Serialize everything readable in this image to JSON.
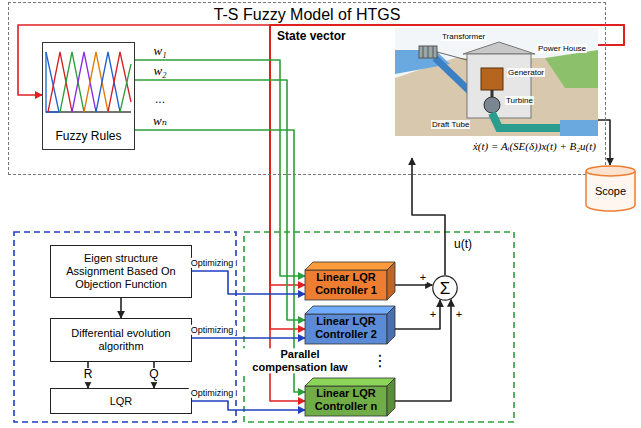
{
  "diagram": {
    "nodes": [
      {
        "text": [
          "T-S Fuzzy Model of HTGS"
        ]
      },
      {
        "text": [
          "Fuzzy Rules"
        ],
        "in": 0
      },
      {
        "text": [
          "Transformer",
          "Generator",
          "Power House",
          "Turbine",
          "Draft Tube",
          "ẋ(t) = Aᵢ(SE(δ))x(t) + B₂u(t)"
        ],
        "in": 0
      },
      {
        "text": [
          "Scope"
        ]
      },
      {
        "text": [
          "Eigen structure Assignment Based On Objection Function"
        ]
      },
      {
        "text": [
          "Differential evolution algorithm"
        ]
      },
      {
        "text": [
          "LQR"
        ]
      },
      {
        "text": [
          "Linear LQR Controller 1"
        ]
      },
      {
        "text": [
          "Linear LQR Controller 2"
        ]
      },
      {
        "text": [
          "Linear LQR Controller n"
        ]
      },
      {
        "text": [
          "Σ"
        ]
      }
    ],
    "edges": [
      {
        "from": 2,
        "to": 1,
        "arrow": "to"
      },
      {
        "from": 2,
        "to": 7,
        "arrow": "to"
      },
      {
        "from": 2,
        "to": 8,
        "arrow": "to"
      },
      {
        "from": 2,
        "to": 9,
        "arrow": "to"
      },
      {
        "from": 1,
        "to": 7,
        "arrow": "to",
        "label": "w₁"
      },
      {
        "from": 1,
        "to": 8,
        "arrow": "to",
        "label": "w₂"
      },
      {
        "from": 1,
        "to": 9,
        "arrow": "to",
        "label": "wₙ"
      },
      {
        "from": 4,
        "to": 7,
        "arrow": "to",
        "label": "Optimizing"
      },
      {
        "from": 5,
        "to": 8,
        "arrow": "to",
        "label": "Optimizing"
      },
      {
        "from": 6,
        "to": 9,
        "arrow": "to",
        "label": "Optimizing"
      },
      {
        "from": 4,
        "to": 5,
        "arrow": "to"
      },
      {
        "from": 5,
        "to": 6,
        "arrow": "to",
        "label": "R"
      },
      {
        "from": 5,
        "to": 6,
        "arrow": "to",
        "label": "Q"
      },
      {
        "from": 7,
        "to": 10,
        "arrow": "to"
      },
      {
        "from": 8,
        "to": 10,
        "arrow": "to"
      },
      {
        "from": 9,
        "to": 10,
        "arrow": "to"
      },
      {
        "from": 10,
        "to": 2,
        "arrow": "to",
        "label": "u(t)"
      },
      {
        "from": 2,
        "to": 3,
        "arrow": "to"
      }
    ],
    "labels": [
      "State vector",
      "...",
      "Parallel compensation law",
      "⋮",
      "+",
      "+",
      "+"
    ]
  }
}
